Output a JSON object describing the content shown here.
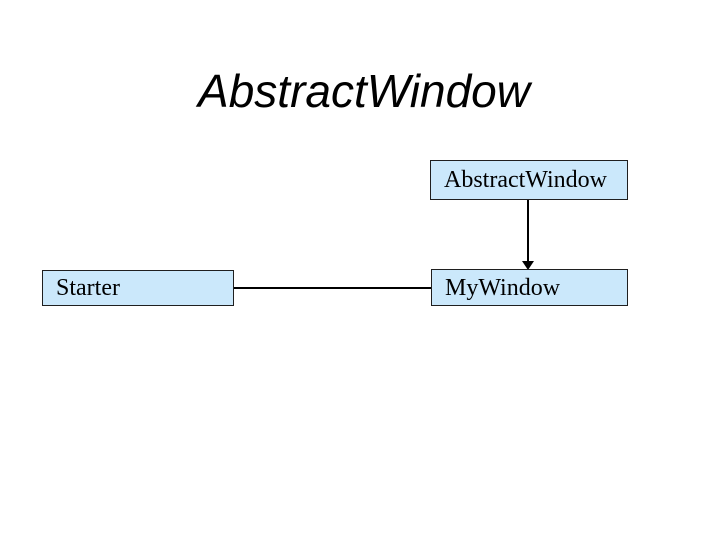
{
  "slide": {
    "title": "AbstractWindow"
  },
  "diagram": {
    "nodes": {
      "abstract_window": {
        "label": "AbstractWindow"
      },
      "my_window": {
        "label": "MyWindow"
      },
      "starter": {
        "label": "Starter"
      }
    },
    "edges": {
      "inheritance": {
        "from": "AbstractWindow",
        "to": "MyWindow",
        "style": "solid-arrow-down"
      },
      "association": {
        "from": "Starter",
        "to": "MyWindow",
        "style": "plain-line"
      }
    }
  },
  "colors": {
    "background": "#ffffff",
    "node_fill": "#cbe8fb",
    "node_border": "#1f1f1f",
    "line": "#000000",
    "text": "#000000"
  }
}
